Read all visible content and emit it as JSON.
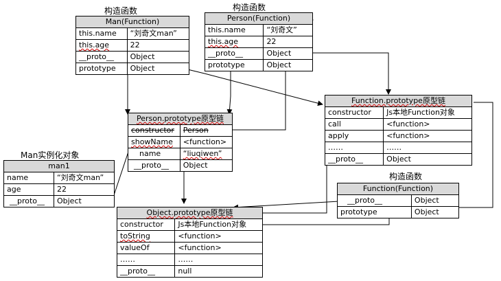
{
  "labels": {
    "man_ctor": "构造函数",
    "person_ctor": "构造函数",
    "func_ctor": "构造函数",
    "man_instance": "Man实例化对象"
  },
  "man": {
    "title": "Man(Function)",
    "rows": [
      [
        "this.name",
        "“刘奇文man”"
      ],
      [
        "this.age",
        "22"
      ],
      [
        "__proto__",
        "Object"
      ],
      [
        "prototype",
        "Object"
      ]
    ]
  },
  "person": {
    "title": "Person(Function)",
    "rows": [
      [
        "this.name",
        "“刘奇文”"
      ],
      [
        "this.age",
        "22"
      ],
      [
        "__proto__",
        "Object"
      ],
      [
        "prototype",
        "Object"
      ]
    ]
  },
  "function_prototype": {
    "title": "Function.prototype原型链",
    "rows": [
      [
        "constructor",
        "Js本地Function对象"
      ],
      [
        "call",
        "<function>"
      ],
      [
        "apply",
        "<function>"
      ],
      [
        "……",
        "……"
      ],
      [
        "__proto__",
        "Object"
      ]
    ]
  },
  "person_prototype": {
    "title": "Person.prototype原型链",
    "rows": [
      [
        "constructor",
        "Person"
      ],
      [
        "showName",
        "<function>"
      ],
      [
        "name",
        "“liuqiwen”"
      ],
      [
        "__proto__",
        "Object"
      ]
    ]
  },
  "man1": {
    "title": "man1",
    "rows": [
      [
        "name",
        "“刘奇文man”"
      ],
      [
        "age",
        "22"
      ],
      [
        "__proto__",
        "Object"
      ]
    ]
  },
  "function_ctor": {
    "title": "Function(Function)",
    "rows": [
      [
        "__proto__",
        "Object"
      ],
      [
        "prototype",
        "Object"
      ]
    ]
  },
  "object_prototype": {
    "title": "Object.prototype原型链",
    "rows": [
      [
        "constructor",
        "Js本地Function对象"
      ],
      [
        "toString",
        "<function>"
      ],
      [
        "valueOf",
        "<function>"
      ],
      [
        "……",
        "……"
      ],
      [
        "__proto__",
        "null"
      ]
    ]
  }
}
